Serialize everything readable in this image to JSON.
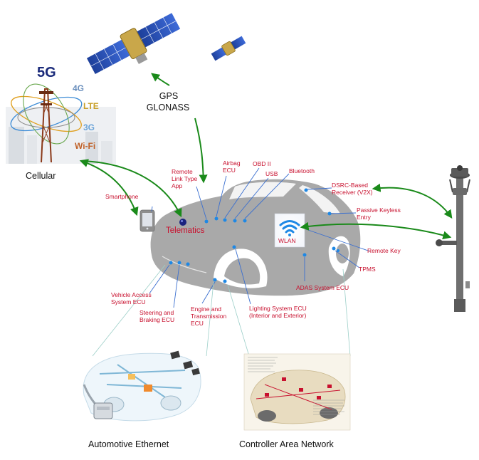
{
  "labels": {
    "gps": "GPS",
    "glonass": "GLONASS",
    "cellular": "Cellular",
    "smartphone": "Smartphone",
    "telematics": "Telematics",
    "remote_link": [
      "Remote",
      "Link Type",
      "App"
    ],
    "airbag": [
      "Airbag",
      "ECU"
    ],
    "obd": "OBD II",
    "usb": "USB",
    "bluetooth": "Bluetooth",
    "dsrc": [
      "DSRC-Based",
      "Receiver (V2X)"
    ],
    "keyless": [
      "Passive Keyless",
      "Entry"
    ],
    "wlan": "WLAN",
    "remote_key": "Remote Key",
    "tpms": "TPMS",
    "adas": "ADAS System ECU",
    "lighting": [
      "Lighting System ECU",
      "(Interior and Exterior)"
    ],
    "engine": [
      "Engine and",
      "Transmission",
      "ECU"
    ],
    "steering": [
      "Steering and",
      "Braking ECU"
    ],
    "vehicle_access": [
      "Vehicle Access",
      "System ECU"
    ],
    "auto_ethernet": "Automotive Ethernet",
    "can": "Controller Area Network"
  },
  "tower_tags": {
    "fiveg": "5G",
    "fourg": "4G",
    "lte": "LTE",
    "threeg": "3G",
    "wifi": "Wi-Fi"
  },
  "colors": {
    "accent_red": "#c8102e",
    "arrow_green": "#1a8a1a",
    "car_gray": "#a9a9a9",
    "wlan_blue": "#1e88e5"
  }
}
